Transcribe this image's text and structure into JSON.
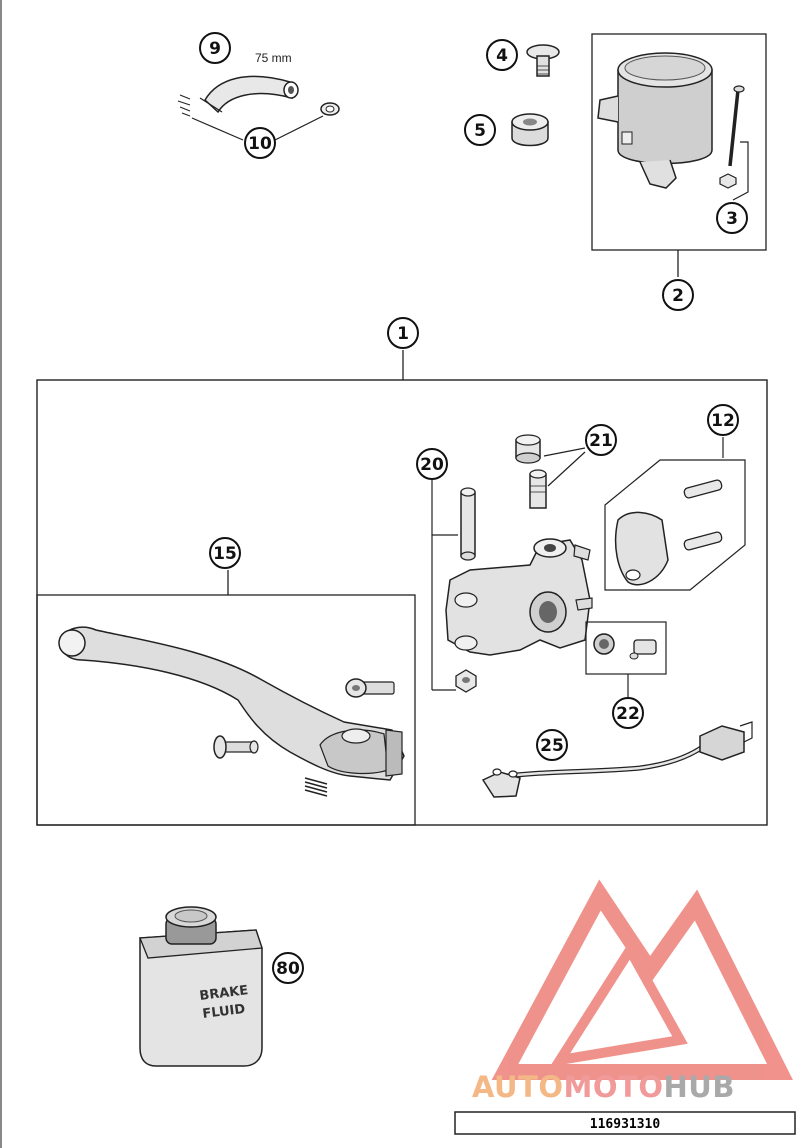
{
  "diagram": {
    "callouts": [
      "9",
      "10",
      "4",
      "5",
      "3",
      "2",
      "1",
      "12",
      "21",
      "20",
      "15",
      "22",
      "25",
      "80"
    ],
    "hose_dimension": "75 mm",
    "fluid_can_label": [
      "BRAKE",
      "FLUID"
    ],
    "part_number": "116931310"
  },
  "watermark": {
    "brand_auto": "AUTO",
    "brand_moto": "MOTO",
    "brand_hub": "HUB",
    "colors": {
      "auto": "#f3b886",
      "moto": "#f19a9a",
      "hub": "#a9a9a9",
      "triangle": "#ee8078"
    }
  },
  "colors": {
    "line": "#222222",
    "part_fill": "#e4e4e4",
    "part_shade": "#bcbcbc",
    "background": "#ffffff"
  }
}
